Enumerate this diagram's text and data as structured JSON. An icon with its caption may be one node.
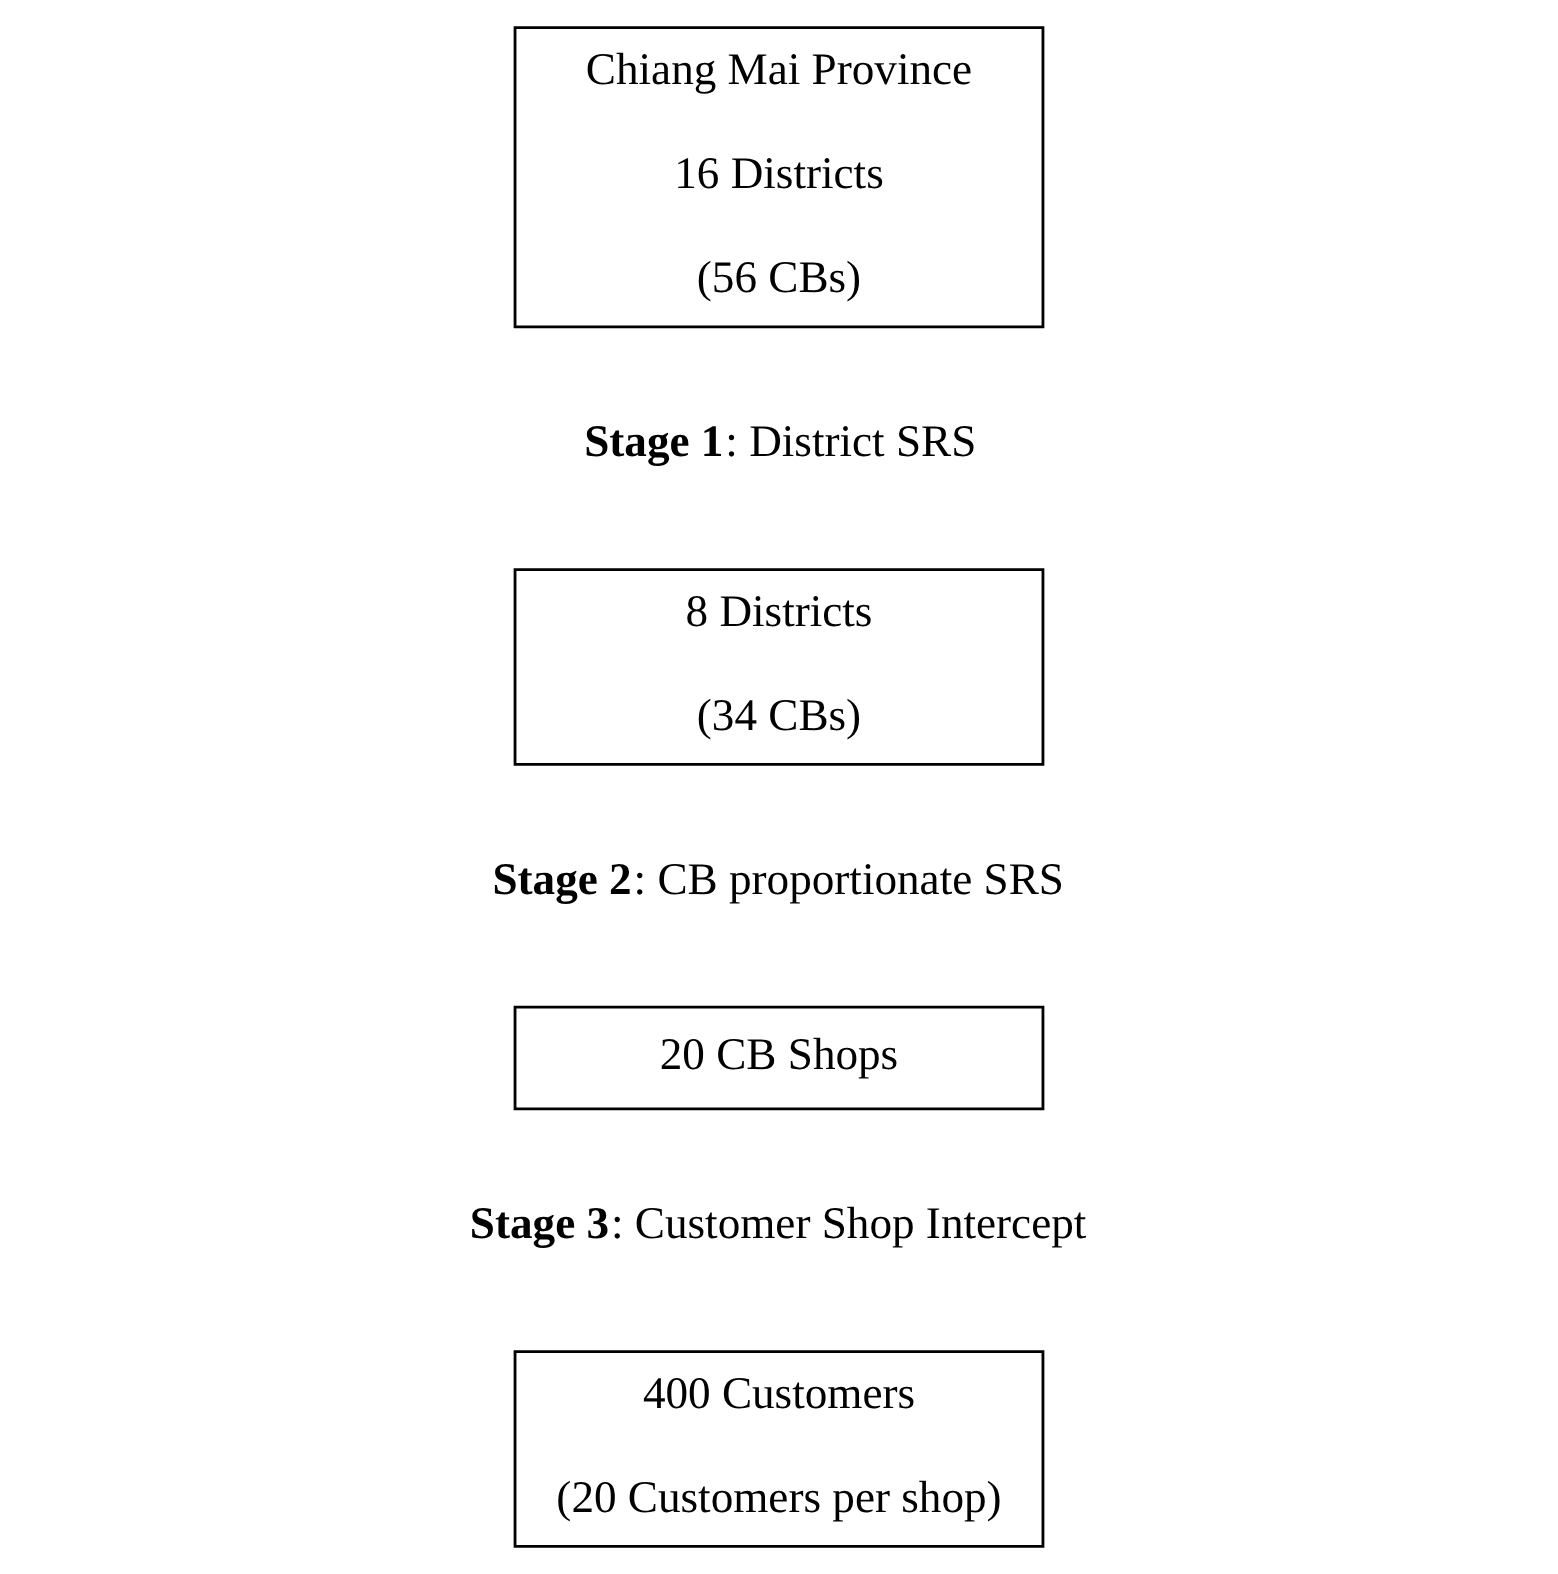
{
  "diagram": {
    "nodes": [
      {
        "text": [
          "Chiang Mai Province",
          "16 Districts",
          "(56 CBs)"
        ]
      },
      {
        "text": [
          "8 Districts",
          "(34 CBs)"
        ]
      },
      {
        "text": [
          "20 CB Shops"
        ]
      },
      {
        "text": [
          "400 Customers",
          "(20 Customers per shop)"
        ]
      }
    ],
    "edges": [],
    "labels": [
      "**Stage 1**: District SRS",
      "**Stage 2**: CB proportionate SRS",
      "**Stage 3**: Customer Shop Intercept"
    ]
  }
}
